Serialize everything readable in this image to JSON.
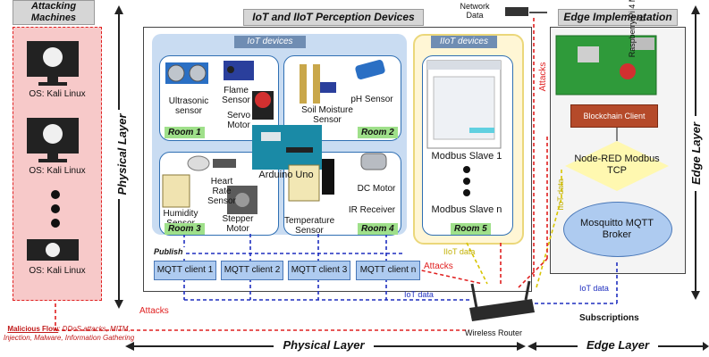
{
  "attacking": {
    "title": "Attacking Machines",
    "machines": [
      {
        "os": "OS: Kali Linux"
      },
      {
        "os": "OS: Kali Linux"
      },
      {
        "os": "OS: Kali Linux"
      }
    ]
  },
  "layers": {
    "physical_vertical": "Physical Layer",
    "edge_vertical": "Edge Layer",
    "physical_bottom": "Physical Layer",
    "edge_bottom": "Edge Layer"
  },
  "perception": {
    "title": "IoT and IIoT Perception Devices",
    "iot_title": "IoT devices",
    "iiot_title": "IIoT devices"
  },
  "rooms": {
    "room1": {
      "label": "Room 1",
      "sensors": [
        "Ultrasonic sensor",
        "Flame Sensor",
        "Servo Motor"
      ]
    },
    "room2": {
      "label": "Room 2",
      "sensors": [
        "Soil Moisture Sensor",
        "pH Sensor"
      ]
    },
    "room3": {
      "label": "Room 3",
      "sensors": [
        "Heart Rate Sensor",
        "Humidity Sensor",
        "Stepper Motor"
      ]
    },
    "room4": {
      "label": "Room 4",
      "sensors": [
        "DC Motor",
        "IR Receiver",
        "Temperature Sensor"
      ]
    },
    "room5": {
      "label": "Room 5",
      "slaves": [
        "Modbus Slave 1",
        "Modbus Slave n"
      ]
    }
  },
  "arduino": "Arduino Uno",
  "publish": "Publish",
  "mqtt_clients": [
    "MQTT client 1",
    "MQTT client 2",
    "MQTT client 3",
    "MQTT client n"
  ],
  "edge": {
    "title": "Edge Implementation",
    "rpi": "Raspberry Pi 4 Model B",
    "blockchain": "Blockchain Client",
    "nodered": "Node-RED Modbus TCP",
    "mosquitto": "Mosquitto MQTT Broker"
  },
  "flows": {
    "network_data": "Network Data",
    "attacks_a": "Attacks",
    "attacks_b": "Attacks",
    "attacks_c": "Attacks",
    "iiot_data_a": "IIoT data",
    "iiot_data_b": "IIoT data",
    "iot_data_a": "IoT data",
    "iot_data_b": "IoT data",
    "subscriptions": "Subscriptions",
    "router": "Wireless Router"
  },
  "malicious": {
    "title": "Malicious Flow",
    "text": "DDoS attacks, MITM, Injection, Malware, Information Gathering"
  },
  "colors": {
    "attack": "#e02020",
    "iot": "#1f2fbf",
    "iiot": "#d8c400",
    "room_bg": "#c9dcf2",
    "room_label": "#9fe08a",
    "attacker_panel": "#f7c9c9",
    "blockchain": "#b54a2a",
    "nodered": "#fff8b0",
    "mosquitto": "#aecbf0"
  }
}
